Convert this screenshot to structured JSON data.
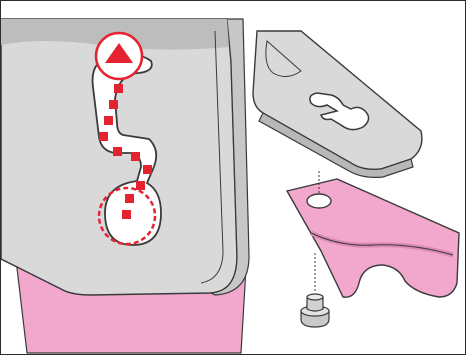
{
  "figure": {
    "panels": [
      {
        "id": "left",
        "depicts": "blade-holder-keyhole-slot-with-direction-arrow"
      },
      {
        "id": "right",
        "depicts": "blade-and-mounting-bolt-exploded-view"
      }
    ],
    "icons": [
      "up-arrow-icon",
      "mounting-bolt-icon"
    ],
    "colors": {
      "metal": "#d9d9d9",
      "metal_shadow": "#bdbdbd",
      "outline": "#3a3a3a",
      "blade_pink": "#f2a8cc",
      "blade_pink_dark": "#dd8ab2",
      "accent_red": "#e52330",
      "slot_fill": "#ffffff"
    }
  }
}
